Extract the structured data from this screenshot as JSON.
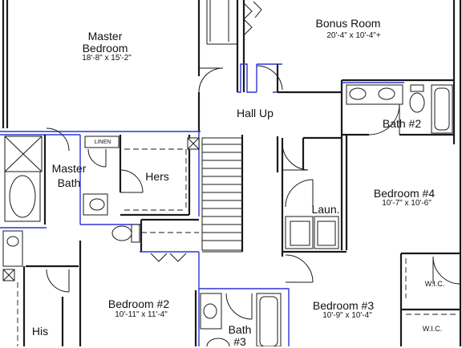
{
  "rooms": {
    "master_bedroom": {
      "name_line1": "Master",
      "name_line2": "Bedroom",
      "dims": "18'-8\" x 15'-2\""
    },
    "bonus_room": {
      "name": "Bonus Room",
      "dims": "20'-4\" x 10'-4\"+"
    },
    "hall_up": {
      "name": "Hall Up"
    },
    "bath_2": {
      "name": "Bath #2"
    },
    "master_bath": {
      "name_line1": "Master",
      "name_line2": "Bath"
    },
    "linen": {
      "name": "LINEN"
    },
    "hers": {
      "name": "Hers"
    },
    "bedroom_4": {
      "name": "Bedroom #4",
      "dims": "10'-7\" x 10'-6\""
    },
    "laundry": {
      "name": "Laun."
    },
    "bedroom_2": {
      "name": "Bedroom #2",
      "dims": "10'-11\" x 11'-4\""
    },
    "bath_3": {
      "name_line1": "Bath",
      "name_line2": "#3"
    },
    "bedroom_3": {
      "name": "Bedroom #3",
      "dims": "10'-9\" x 10'-4\""
    },
    "his": {
      "name": "His"
    },
    "wic_1": {
      "name": "W.I.C."
    },
    "wic_2": {
      "name": "W.I.C."
    }
  },
  "colors": {
    "wall": "#1a1a1a",
    "accent_blue": "#2b35d6",
    "background": "#ffffff"
  }
}
